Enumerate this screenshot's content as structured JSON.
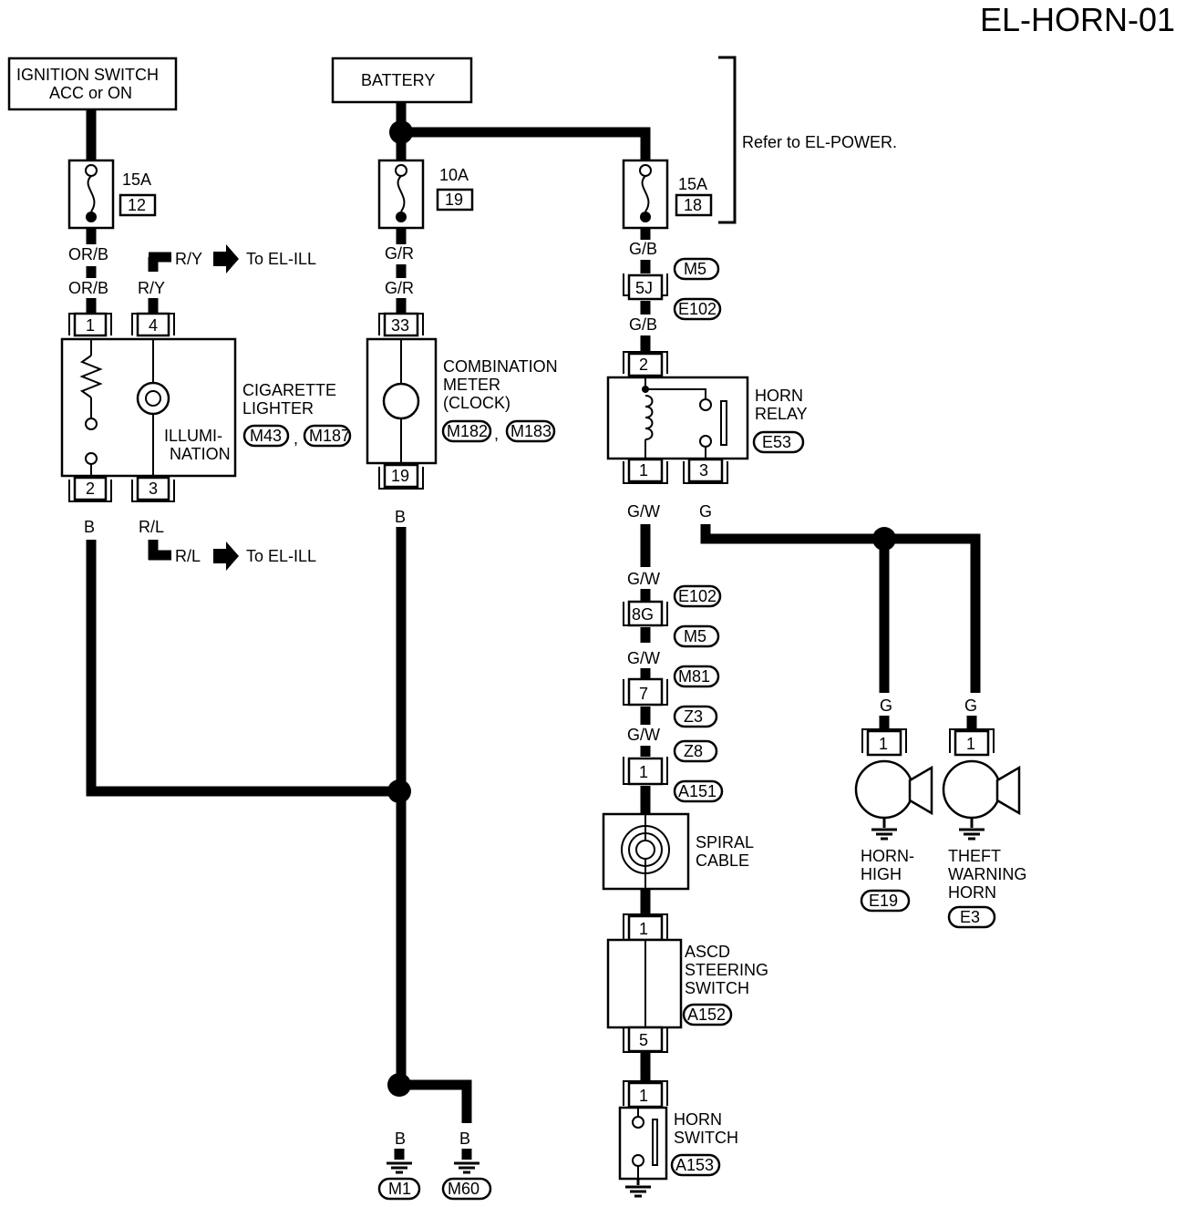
{
  "title": "EL-HORN-01",
  "ignition_switch": {
    "line1": "IGNITION SWITCH",
    "line2": "ACC or ON"
  },
  "battery": {
    "label": "BATTERY"
  },
  "refer_note": "Refer to EL-POWER.",
  "fuses": [
    {
      "rating": "15A",
      "number": "12"
    },
    {
      "rating": "10A",
      "number": "19"
    },
    {
      "rating": "15A",
      "number": "18"
    }
  ],
  "wires": {
    "or_b": "OR/B",
    "r_y": "R/Y",
    "r_l": "R/L",
    "g_r": "G/R",
    "g_b": "G/B",
    "g_w": "G/W",
    "g": "G",
    "b": "B"
  },
  "to_el_ill": "To EL-ILL",
  "cigarette_lighter": {
    "line1": "CIGARETTE",
    "line2": "LIGHTER",
    "illum1": "ILLUMI-",
    "illum2": "NATION",
    "pins": [
      "1",
      "4",
      "2",
      "3"
    ],
    "connectors": [
      "M43",
      "M187"
    ],
    "sep": ","
  },
  "combination_meter": {
    "line1": "COMBINATION",
    "line2": "METER",
    "line3": "(CLOCK)",
    "pins": [
      "33",
      "19"
    ],
    "connectors": [
      "M182",
      "M183"
    ],
    "sep": ","
  },
  "horn_relay": {
    "line1": "HORN",
    "line2": "RELAY",
    "connector": "E53",
    "pins": [
      "2",
      "1",
      "3"
    ]
  },
  "joint_connectors": {
    "c5j": {
      "pin": "5J",
      "top": "M5",
      "bottom": "E102"
    },
    "c8g": {
      "pin": "8G",
      "top": "E102",
      "bottom": "M5"
    },
    "c7": {
      "pin": "7",
      "top": "M81",
      "bottom": "Z3"
    },
    "c1": {
      "pin": "1",
      "top": "Z8",
      "bottom": "A151"
    }
  },
  "spiral_cable": {
    "line1": "SPIRAL",
    "line2": "CABLE"
  },
  "ascd_switch": {
    "line1": "ASCD",
    "line2": "STEERING",
    "line3": "SWITCH",
    "connector": "A152",
    "pins": [
      "1",
      "5"
    ]
  },
  "horn_switch": {
    "line1": "HORN",
    "line2": "SWITCH",
    "connector": "A153",
    "pin": "1"
  },
  "horn_high": {
    "line1": "HORN-",
    "line2": "HIGH",
    "connector": "E19",
    "pin": "1"
  },
  "theft_horn": {
    "line1": "THEFT",
    "line2": "WARNING",
    "line3": "HORN",
    "connector": "E3",
    "pin": "1"
  },
  "grounds": [
    "M1",
    "M60"
  ]
}
